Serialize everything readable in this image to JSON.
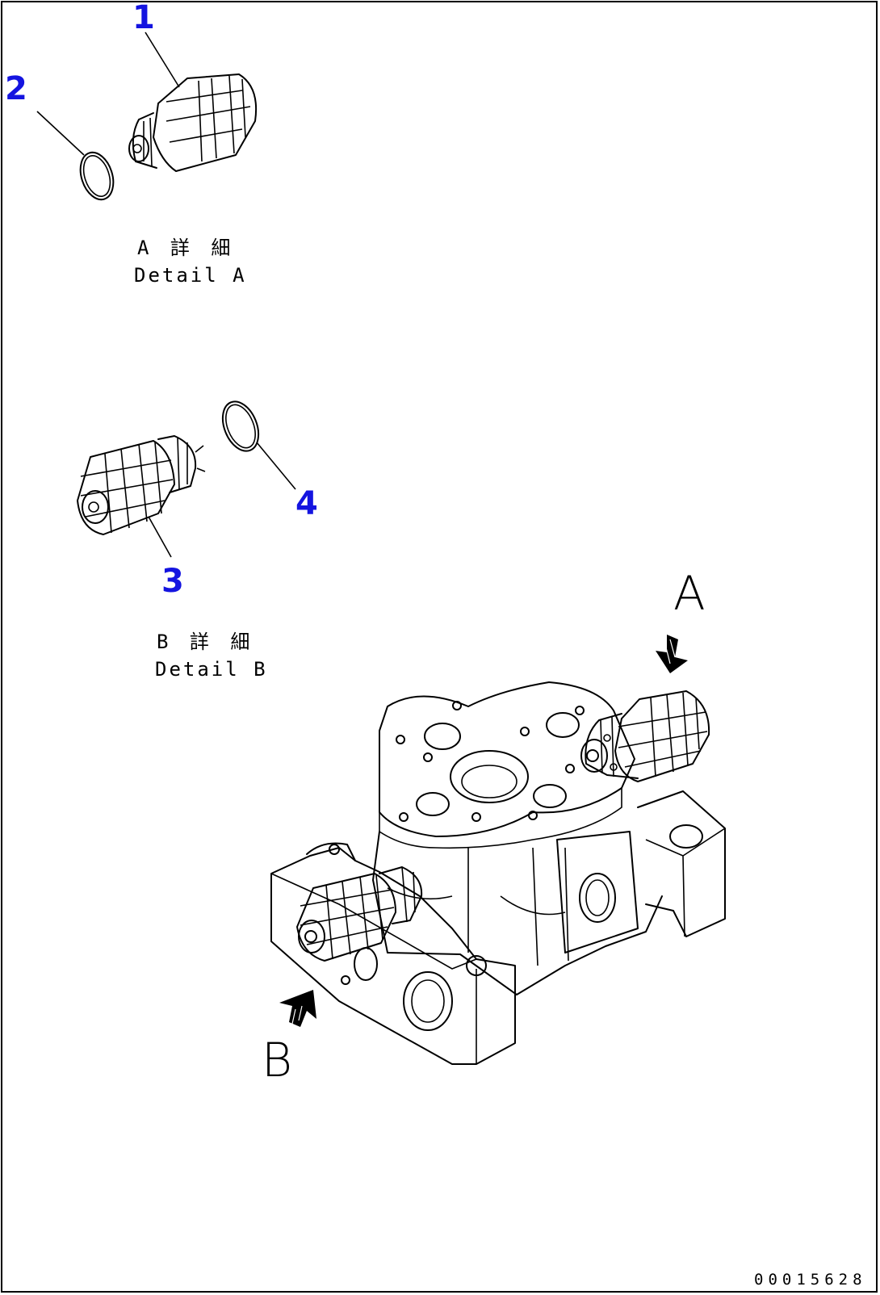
{
  "diagram": {
    "callouts": [
      "1",
      "2",
      "3",
      "4"
    ],
    "callout_color": "#1414e0",
    "detail_a": {
      "jp": "A 詳 細",
      "en": "Detail A"
    },
    "detail_b": {
      "jp": "B 詳 細",
      "en": "Detail B"
    },
    "view_a": "A",
    "view_b": "B",
    "drawing_number": "00015628"
  }
}
